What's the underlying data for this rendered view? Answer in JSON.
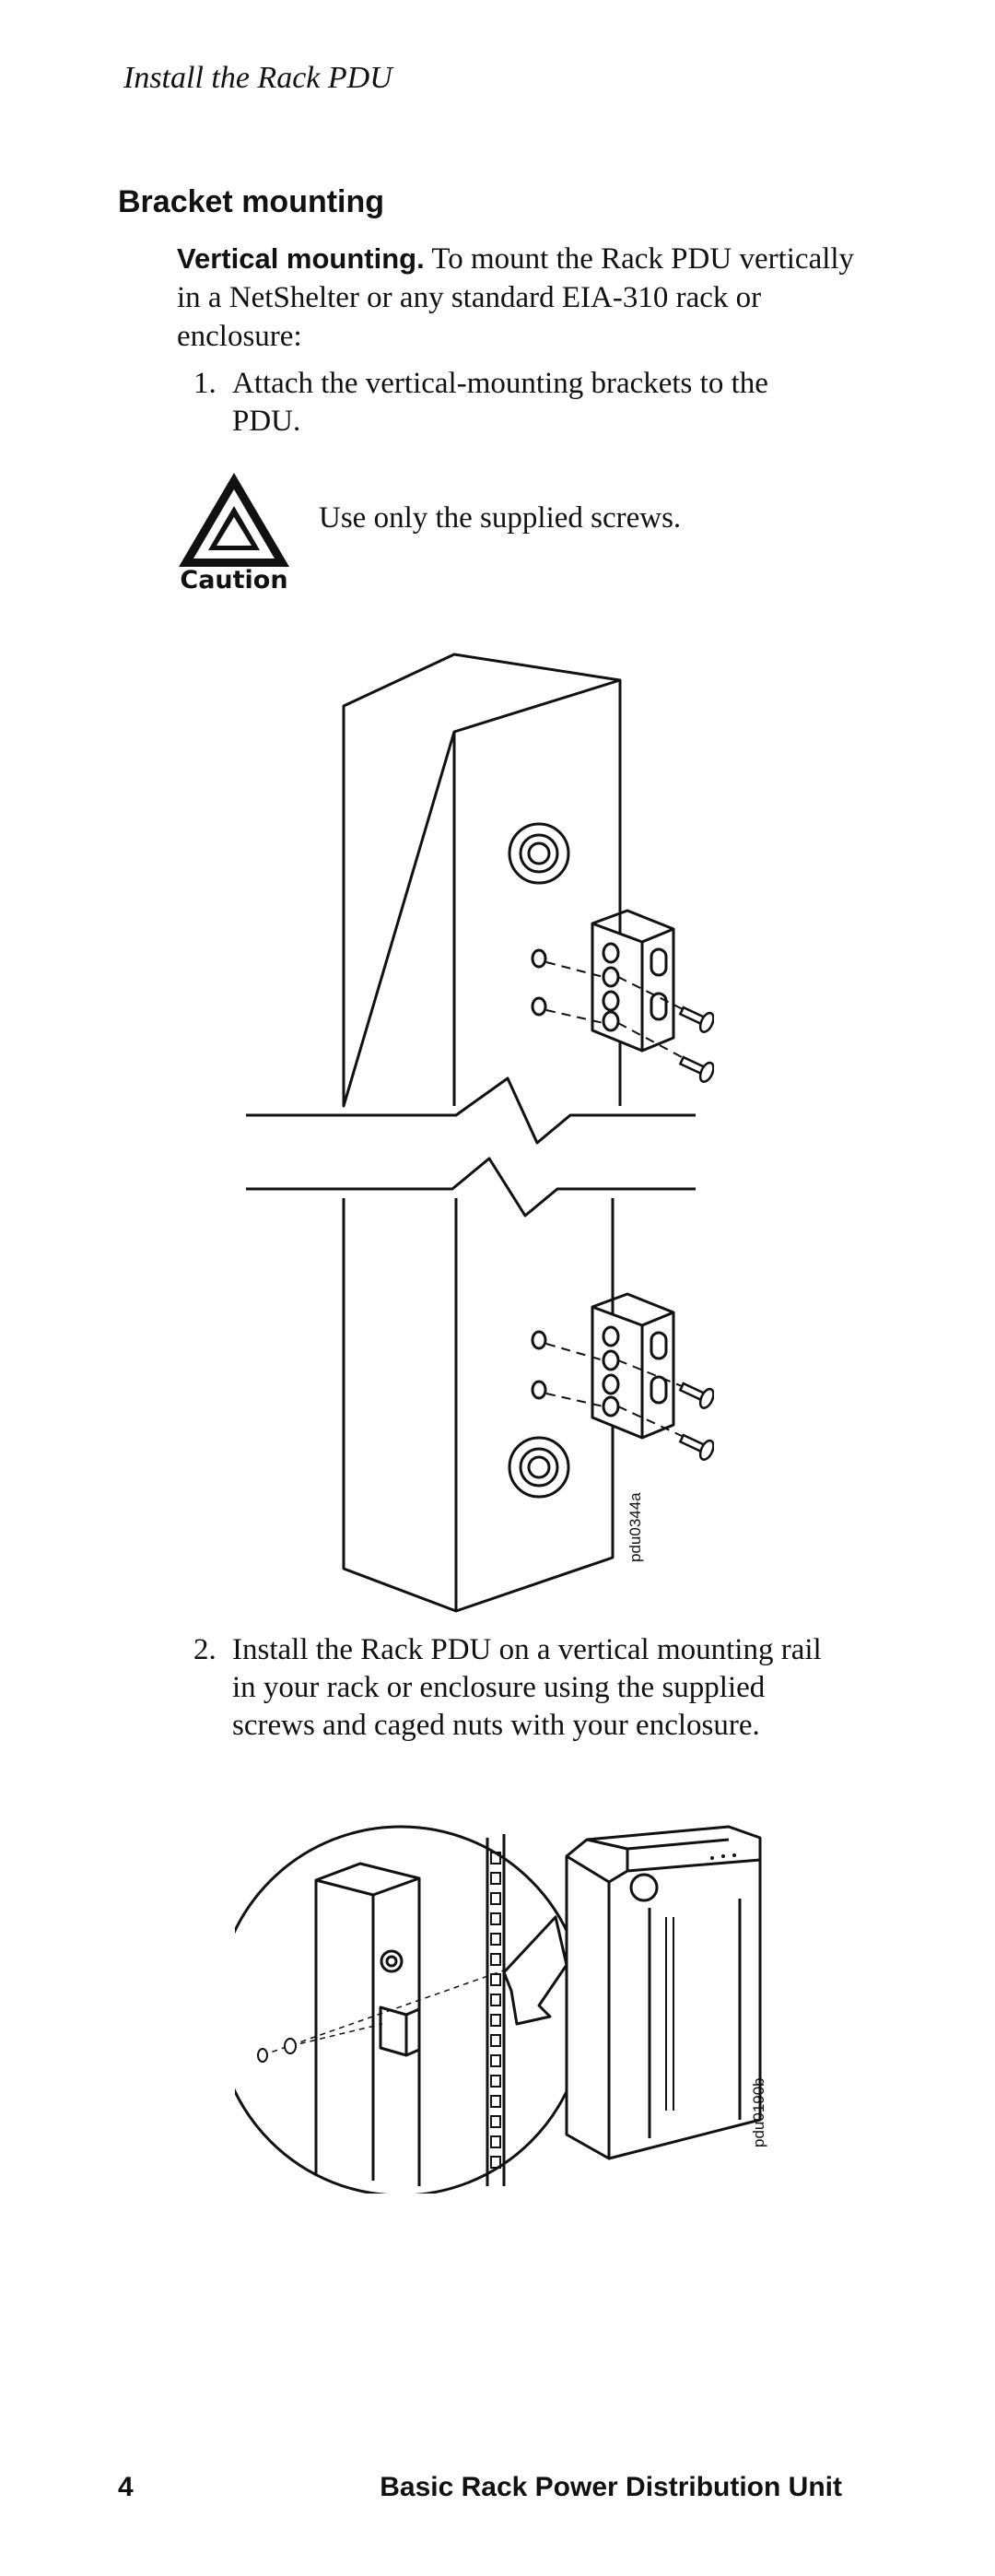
{
  "header": {
    "running_title": "Install the Rack PDU"
  },
  "section": {
    "title": "Bracket mounting",
    "lead": "Vertical mounting.",
    "intro": " To mount the Rack PDU vertically in a NetShelter or any standard EIA-310 rack or enclosure:"
  },
  "steps": [
    {
      "number": "1.",
      "text": "Attach the vertical-mounting brackets to the PDU."
    },
    {
      "number": "2.",
      "text": "Install the Rack PDU on a vertical mounting rail in your rack or enclosure using the supplied screws and caged nuts with your enclosure."
    }
  ],
  "caution": {
    "label": "Caution",
    "text": "Use only the supplied screws.",
    "icon": "warning-triangle-icon"
  },
  "figures": [
    {
      "id": "pdu0344a"
    },
    {
      "id": "pdu0190b"
    }
  ],
  "footer": {
    "page_number": "4",
    "doc_title": "Basic Rack Power Distribution Unit"
  }
}
